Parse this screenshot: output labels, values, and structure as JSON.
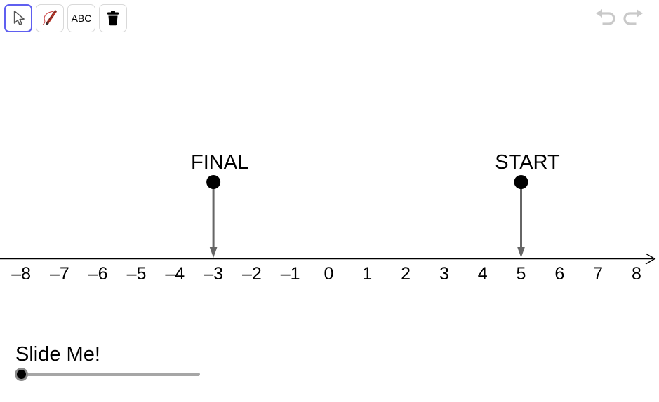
{
  "colors": {
    "selected_tool_border": "#5f5ff0",
    "tool_border": "#d9d9d9",
    "disabled_icon": "#c9c9c9",
    "vector_arrow": "#666666",
    "slider_track": "#a6a6a6",
    "axis": "#000000"
  },
  "toolbar": {
    "move_tool": {
      "icon": "cursor-icon",
      "selected": true
    },
    "pen_tool": {
      "icon": "pen-icon",
      "selected": false
    },
    "text_tool_label": "ABC",
    "delete_tool": {
      "icon": "trash-icon",
      "selected": false
    },
    "undo": {
      "icon": "undo-icon",
      "enabled": false
    },
    "redo": {
      "icon": "redo-icon",
      "enabled": false
    }
  },
  "chart_data": {
    "type": "number_line",
    "axis_range": [
      -8,
      8
    ],
    "tick_values": [
      -8,
      -7,
      -6,
      -5,
      -4,
      -3,
      -2,
      -1,
      0,
      1,
      2,
      3,
      4,
      5,
      6,
      7,
      8
    ],
    "tick_labels": [
      "–8",
      "–7",
      "–6",
      "–5",
      "–4",
      "–3",
      "–2",
      "–1",
      "0",
      "1",
      "2",
      "3",
      "4",
      "5",
      "6",
      "7",
      "8"
    ],
    "points": [
      {
        "label": "FINAL",
        "value": -3
      },
      {
        "label": "START",
        "value": 5
      }
    ]
  },
  "slider": {
    "label": "Slide Me!",
    "handle_position_fraction": 0
  }
}
